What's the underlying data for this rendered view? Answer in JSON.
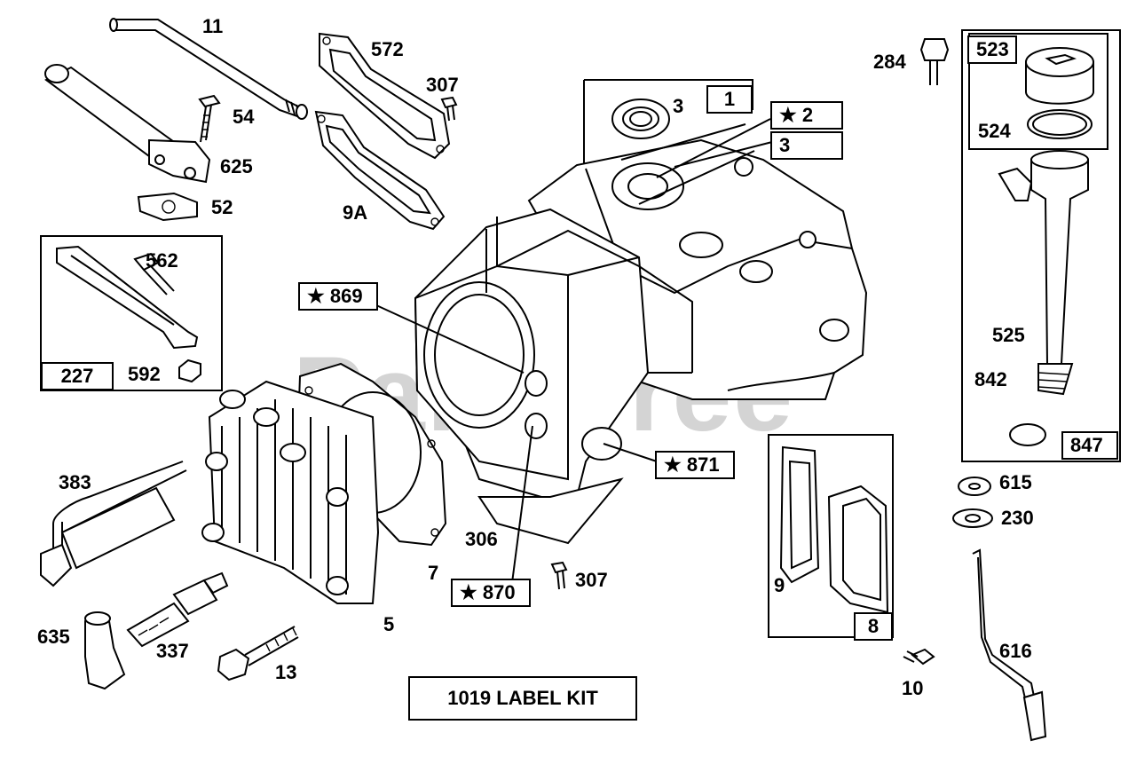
{
  "watermark": "PartsTree",
  "labels": {
    "l11": "11",
    "l54": "54",
    "l625": "625",
    "l52": "52",
    "l572": "572",
    "l307a": "307",
    "l9A": "9A",
    "l3": "3",
    "l1": "1",
    "l2": "2",
    "l3b": "3",
    "l284": "284",
    "l523": "523",
    "l524": "524",
    "l525": "525",
    "l842": "842",
    "l847": "847",
    "l562": "562",
    "l227": "227",
    "l592": "592",
    "l869": "869",
    "l871": "871",
    "l870": "870",
    "l383": "383",
    "l635": "635",
    "l337": "337",
    "l13": "13",
    "l5": "5",
    "l7": "7",
    "l306": "306",
    "l307b": "307",
    "l9": "9",
    "l8": "8",
    "l10": "10",
    "l615": "615",
    "l230": "230",
    "l616": "616"
  },
  "kit_label": "1019 LABEL KIT",
  "icons": {
    "star": "star-icon"
  }
}
